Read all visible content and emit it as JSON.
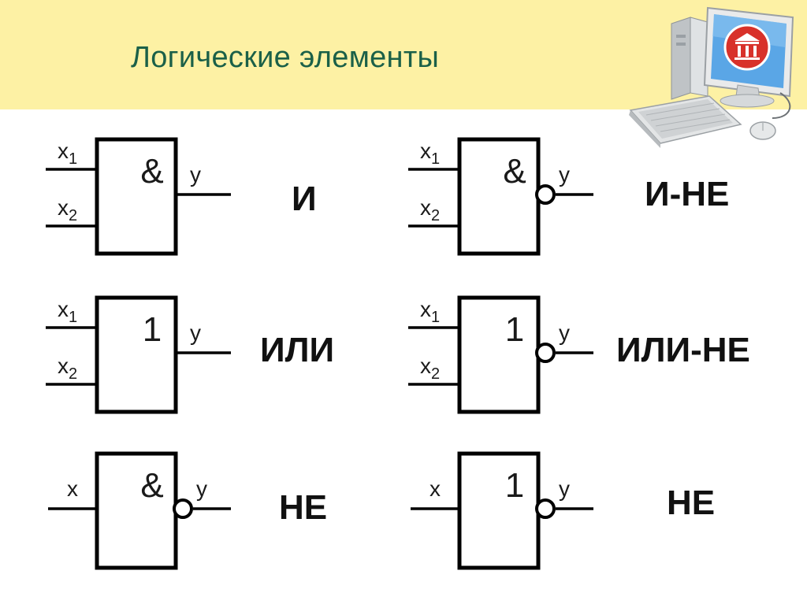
{
  "slide": {
    "title": "Логические элементы"
  },
  "gates": [
    {
      "symbol": "&",
      "name": "И",
      "inputs": [
        "x",
        "x"
      ],
      "input_subscripts": [
        "1",
        "2"
      ],
      "output": "y",
      "inverted": false
    },
    {
      "symbol": "&",
      "name": "И-НЕ",
      "inputs": [
        "x",
        "x"
      ],
      "input_subscripts": [
        "1",
        "2"
      ],
      "output": "y",
      "inverted": true
    },
    {
      "symbol": "1",
      "name": "ИЛИ",
      "inputs": [
        "x",
        "x"
      ],
      "input_subscripts": [
        "1",
        "2"
      ],
      "output": "y",
      "inverted": false
    },
    {
      "symbol": "1",
      "name": "ИЛИ-НЕ",
      "inputs": [
        "x",
        "x"
      ],
      "input_subscripts": [
        "1",
        "2"
      ],
      "output": "y",
      "inverted": true
    },
    {
      "symbol": "&",
      "name": "НЕ",
      "inputs": [
        "x"
      ],
      "input_subscripts": [
        ""
      ],
      "output": "y",
      "inverted": true
    },
    {
      "symbol": "1",
      "name": "НЕ",
      "inputs": [
        "x"
      ],
      "input_subscripts": [
        ""
      ],
      "output": "y",
      "inverted": true
    }
  ],
  "colors": {
    "header_bg": "#fdf1a4",
    "title": "#1b6048",
    "logo_red": "#d8312a",
    "monitor_blue": "#5aa6e6"
  },
  "icons": [
    "computer-icon",
    "bank-logo-icon"
  ]
}
